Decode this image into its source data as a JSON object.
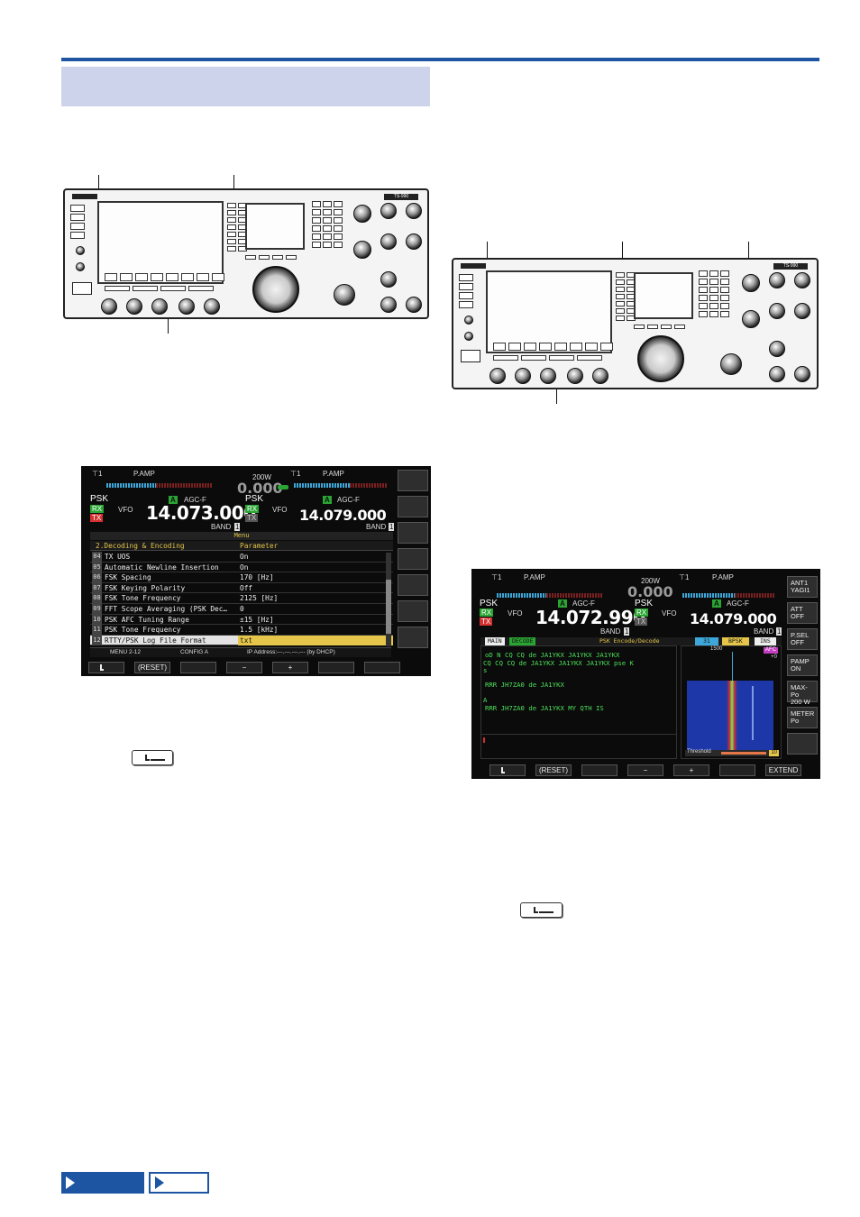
{
  "colors": {
    "accent": "#1e55a3",
    "section_band": "#cdd3ea",
    "lcd_rx": "#2aa534",
    "lcd_tx": "#d43131",
    "decode_green": "#4ce05a",
    "highlight": "#e5c64a"
  },
  "radio_badge": "TS-990",
  "menu_screen": {
    "meter_label": "P.AMP",
    "power": "200W",
    "power_reading": "0.000",
    "mode": "PSK",
    "vfo_label": "VFO",
    "agc": "AGC-F",
    "main_freq": "14.073.000",
    "sub_freq": "14.079.000",
    "band_label": "BAND",
    "band_num": "1",
    "rx": "RX",
    "tx": "TX",
    "vfo_letter": "A",
    "menu_title": "Menu",
    "group_title": "2.Decoding & Encoding",
    "param_header": "Parameter",
    "rows": [
      {
        "num": "04",
        "label": "TX UOS",
        "value": "On"
      },
      {
        "num": "05",
        "label": "Automatic Newline Insertion",
        "value": "On"
      },
      {
        "num": "06",
        "label": "FSK Spacing",
        "value": "170 [Hz]"
      },
      {
        "num": "07",
        "label": "FSK Keying Polarity",
        "value": "Off"
      },
      {
        "num": "08",
        "label": "FSK Tone Frequency",
        "value": "2125 [Hz]"
      },
      {
        "num": "09",
        "label": "FFT Scope Averaging (PSK Dec…",
        "value": "0"
      },
      {
        "num": "10",
        "label": "PSK AFC Tuning Range",
        "value": "±15 [Hz]"
      },
      {
        "num": "11",
        "label": "PSK Tone Frequency",
        "value": "1.5 [kHz]"
      },
      {
        "num": "12",
        "label": "RTTY/PSK Log File Format",
        "value": "txt"
      }
    ],
    "status": {
      "menu": "MENU 2-12",
      "config": "CONFIG A",
      "ip": "IP Address:---.---.---.--- (by DHCP)"
    },
    "softkeys": [
      "",
      "(RESET)",
      "",
      "−",
      "+",
      "",
      ""
    ]
  },
  "decode_screen": {
    "meter_label": "P.AMP",
    "power": "200W",
    "power_reading": "0.000",
    "mode": "PSK",
    "vfo_label": "VFO",
    "agc": "AGC-F",
    "main_freq": "14.072.990",
    "sub_freq": "14.079.000",
    "band_label": "BAND",
    "band_num": "1",
    "rx": "RX",
    "tx": "TX",
    "vfo_letter": "A",
    "tabs": {
      "main": "MAIN",
      "decode": "DECODE",
      "title": "PSK Encode/Decode",
      "rate": "31",
      "bpsk": "BPSK",
      "ins": "INS"
    },
    "scope_freq": "1500",
    "afc": "AFC",
    "afc_offset": "+0",
    "threshold": "Threshold",
    "threshold_value": "10",
    "lines": [
      "oD N CQ CQ de JA1YKX JA1YKX JA1YKX",
      "CQ CQ CQ de JA1YKX JA1YKX JA1YKX pse K",
      "s",
      "",
      "RRR JH7ZA0 de JA1YKX",
      "",
      "A",
      "RRR JH7ZA0 de JA1YKX MY QTH IS"
    ],
    "side_keys": [
      {
        "l1": "ANT1",
        "l2": "YAGI1"
      },
      {
        "l1": "ATT",
        "l2": "OFF"
      },
      {
        "l1": "P.SEL",
        "l2": "OFF"
      },
      {
        "l1": "PAMP",
        "l2": "ON"
      },
      {
        "l1": "MAX-Po",
        "l2": "200 W"
      },
      {
        "l1": "METER",
        "l2": "Po"
      },
      {
        "l1": "",
        "l2": ""
      }
    ],
    "softkeys": [
      "",
      "(RESET)",
      "",
      "−",
      "+",
      "",
      "EXTEND"
    ]
  }
}
